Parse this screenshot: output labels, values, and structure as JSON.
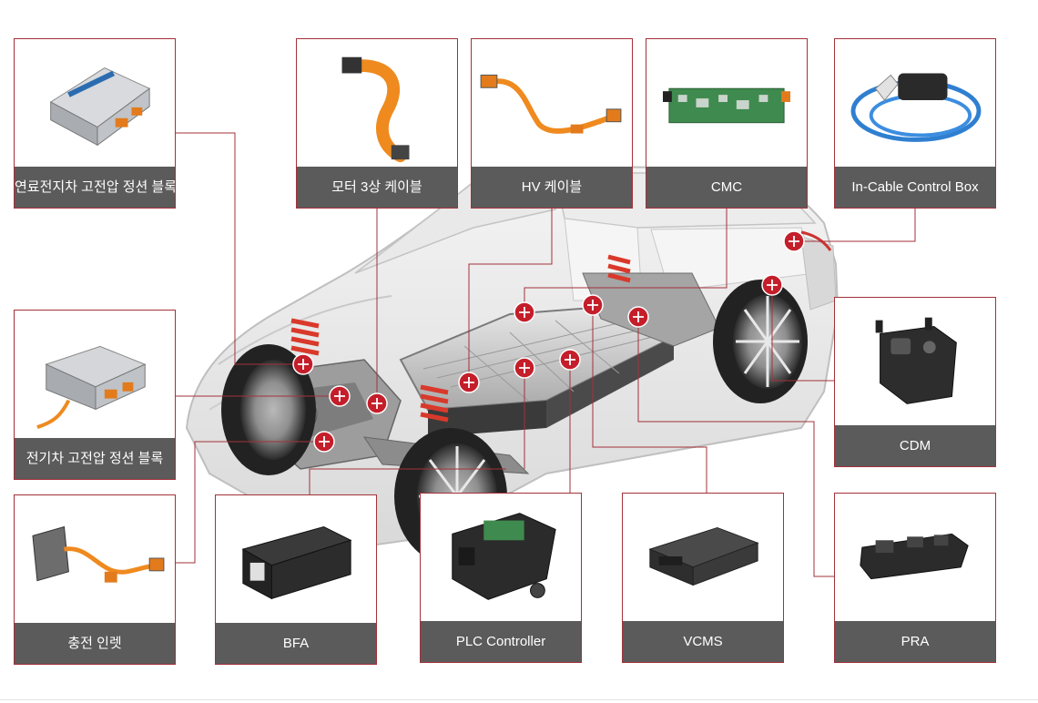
{
  "components": [
    {
      "id": "fuelcell-block",
      "label": "연료전지차 고전압 정션 블록",
      "icon": "fuel-cell-junction-block"
    },
    {
      "id": "motor-cable",
      "label": "모터 3상 케이블",
      "icon": "motor-3phase-cable"
    },
    {
      "id": "hv-cable",
      "label": "HV  케이블",
      "icon": "hv-cable"
    },
    {
      "id": "cmc",
      "label": "CMC",
      "icon": "cmc-circuit-board"
    },
    {
      "id": "iccb",
      "label": "In-Cable Control Box",
      "icon": "in-cable-control-box"
    },
    {
      "id": "ev-block",
      "label": "전기차 고전압 정션 블록",
      "icon": "ev-junction-block"
    },
    {
      "id": "cdm",
      "label": "CDM",
      "icon": "cdm-module"
    },
    {
      "id": "inlet",
      "label": "충전 인렛",
      "icon": "charging-inlet"
    },
    {
      "id": "bfa",
      "label": "BFA",
      "icon": "bfa-module"
    },
    {
      "id": "plc",
      "label": "PLC Controller",
      "icon": "plc-controller"
    },
    {
      "id": "vcms",
      "label": "VCMS",
      "icon": "vcms-module"
    },
    {
      "id": "pra",
      "label": "PRA",
      "icon": "pra-relay"
    }
  ],
  "hotspot_icon": "plus-icon",
  "colors": {
    "accent": "#a3313a",
    "hotspot": "#c41e2a",
    "label_bg": "#5b5b5b"
  }
}
